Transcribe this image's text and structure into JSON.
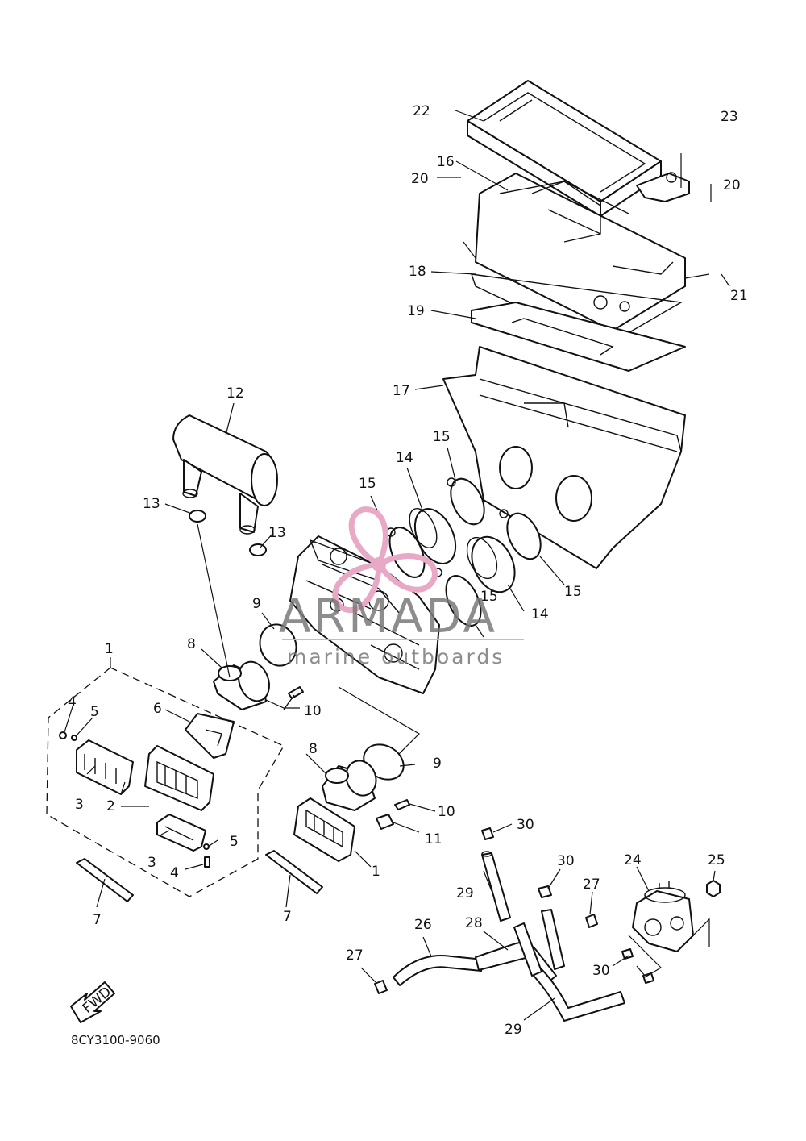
{
  "diagram": {
    "part_code": "8CY3100-9060",
    "fwd_label": "FWD",
    "labels": [
      "1",
      "2",
      "3",
      "4",
      "5",
      "6",
      "7",
      "8",
      "9",
      "10",
      "11",
      "12",
      "13",
      "14",
      "15",
      "16",
      "17",
      "18",
      "19",
      "20",
      "21",
      "22",
      "23",
      "24",
      "25",
      "26",
      "27",
      "28",
      "29",
      "30"
    ]
  },
  "watermark": {
    "brand": "ARMADA",
    "tagline": "marine outboards",
    "color": "#e7a9c6"
  }
}
